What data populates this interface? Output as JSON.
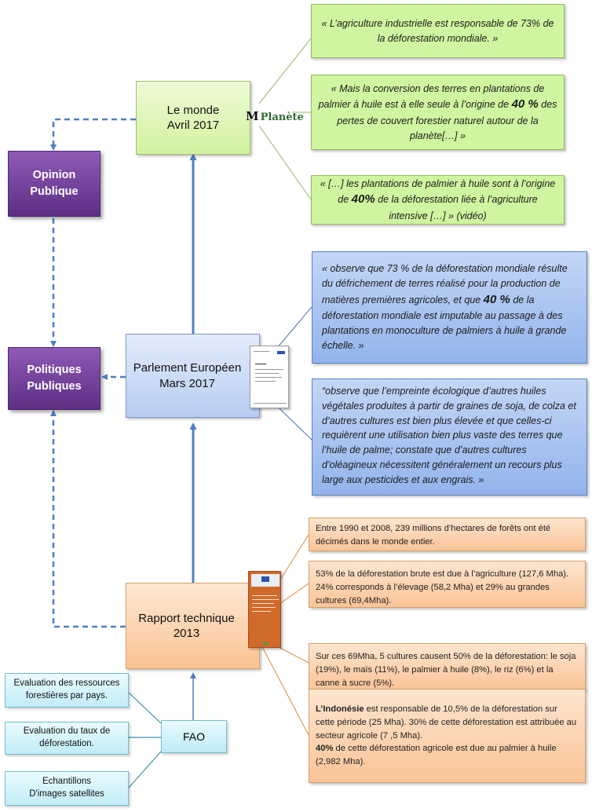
{
  "nodes": {
    "le_monde": {
      "line1": "Le monde",
      "line2": "Avril 2017"
    },
    "opinion": {
      "line1": "Opinion",
      "line2": "Publique"
    },
    "politiques": {
      "line1": "Politiques",
      "line2": "Publiques"
    },
    "parlement": {
      "line1": "Parlement Européen",
      "line2": "Mars 2017"
    },
    "rapport": {
      "line1": "Rapport technique",
      "line2": "2013"
    },
    "fao": "FAO"
  },
  "logo": {
    "mark": "M",
    "name": "Planète"
  },
  "fao_sources": [
    {
      "line1": "Evaluation des ressources",
      "line2": "forestières par pays."
    },
    {
      "line1": "Evaluation du taux de",
      "line2": "déforestation."
    },
    {
      "line1": "Echantillons",
      "line2": "D'images satellites"
    }
  ],
  "le_monde_quotes": [
    {
      "pre": "« L’agriculture industrielle est responsable de 73% de la déforestation mondiale. »",
      "bold": "",
      "post": ""
    },
    {
      "pre": "« Mais la conversion des terres en plantations de palmier à huile est à elle seule à l’origine de ",
      "bold": "40 %",
      "post": " des pertes de couvert forestier naturel autour de la planète[…] »"
    },
    {
      "pre": "« […] les plantations de palmier à huile sont à l’origine de ",
      "bold": "40%",
      "post": " de la déforestation liée à l’agriculture intensive […] » (vidéo)"
    }
  ],
  "parlement_quotes": [
    {
      "pre": "« observe que 73 % de la déforestation mondiale résulte du défrichement de terres réalisé pour la production de matières premières agricoles, et que ",
      "bold": "40 %",
      "post": " de la déforestation mondiale est imputable au passage à des plantations en monoculture de palmiers à huile à grande échelle. »"
    },
    {
      "pre": "“observe que l’empreinte écologique d’autres huiles végétales produites à partir de graines de soja, de colza et d’autres cultures est bien plus élevée et que celles-ci requièrent une utilisation bien plus vaste des terres que l’huile de palme; constate que d’autres cultures d’oléagineux nécessitent généralement un recours plus large aux pesticides et aux engrais. »",
      "bold": "",
      "post": ""
    }
  ],
  "rapport_facts": [
    "Entre 1990 et 2008, 239 millions d’hectares de forêts ont été décimés dans le monde entier.",
    "53% de la déforestation brute est due à l’agriculture (127,6 Mha). 24% corresponds à l’élevage (58,2 Mha) et 29% au grandes cultures (69,4Mha).",
    "Sur ces 69Mha, 5 cultures causent 50% de la déforestation: le soja (19%), le maïs (11%), le palmier à huile (8%), le riz (6%) et la canne à sucre (5%)."
  ],
  "indonesia_fact": {
    "country": "L’Indonésie",
    "text1": " est responsable de 10,5% de la déforestation sur cette période (25 Mha). 30% de cette déforestation est attribuée au secteur agricole (7 ,5 Mha).",
    "bold2": "40%",
    "text2": " de cette déforestation agricole est due au palmier à huile (2,982 Mha)."
  },
  "colors": {
    "arrow_blue": "#4f7fc0",
    "green_line": "#8fb85e",
    "blue_line": "#4a6fb0",
    "orange_line": "#e08a3c",
    "cyan_line": "#3f8fa8"
  }
}
